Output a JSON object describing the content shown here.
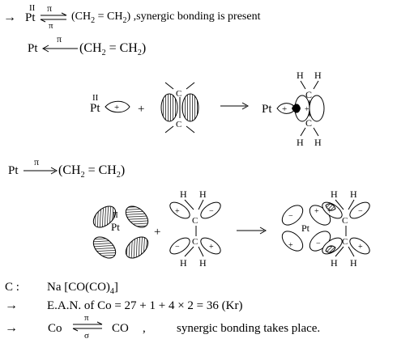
{
  "line1": {
    "arrow": "→",
    "ox": "II",
    "metal": "Pt",
    "pi_top": "π",
    "pi_bottom": "π",
    "lig_open": "(CH",
    "lig_sub": "2",
    "lig_mid": " = CH",
    "lig_sub2": "2",
    "lig_close": ")",
    "comment": " ,synergic bonding is present"
  },
  "line2": {
    "metal": "Pt",
    "pi": "π",
    "lig_open": "(CH",
    "lig_sub": "2",
    "lig_mid": " = CH",
    "lig_sub2": "2",
    "lig_close": ")"
  },
  "diagram1": {
    "ox": "II",
    "metal": "Pt",
    "plus": "+",
    "carbon": "C",
    "hydrogen": "H",
    "product_metal": "Pt"
  },
  "line3": {
    "metal": "Pt",
    "pi": "π",
    "lig_open": "(CH",
    "lig_sub": "2",
    "lig_mid": " = CH",
    "lig_sub2": "2",
    "lig_close": ")"
  },
  "diagram2": {
    "ox": "II",
    "metal": "Pt",
    "plus": "+",
    "carbon": "C",
    "hydrogen": "H",
    "lobe_plus": "+",
    "lobe_minus": "−"
  },
  "section_c": {
    "label": "C :",
    "formula_open": "Na [CO(CO)",
    "formula_sub": "4",
    "formula_close": "]"
  },
  "ean": {
    "arrow": "→",
    "text": "E.A.N. of Co = 27 + 1 + 4 × 2 = 36 (Kr)"
  },
  "co": {
    "arrow": "→",
    "metal": "Co",
    "pi": "π",
    "sigma": "σ",
    "ligand": "CO",
    "comma": ",",
    "comment": "synergic bonding takes place."
  },
  "colors": {
    "ink": "#000000",
    "paper": "#ffffff"
  }
}
